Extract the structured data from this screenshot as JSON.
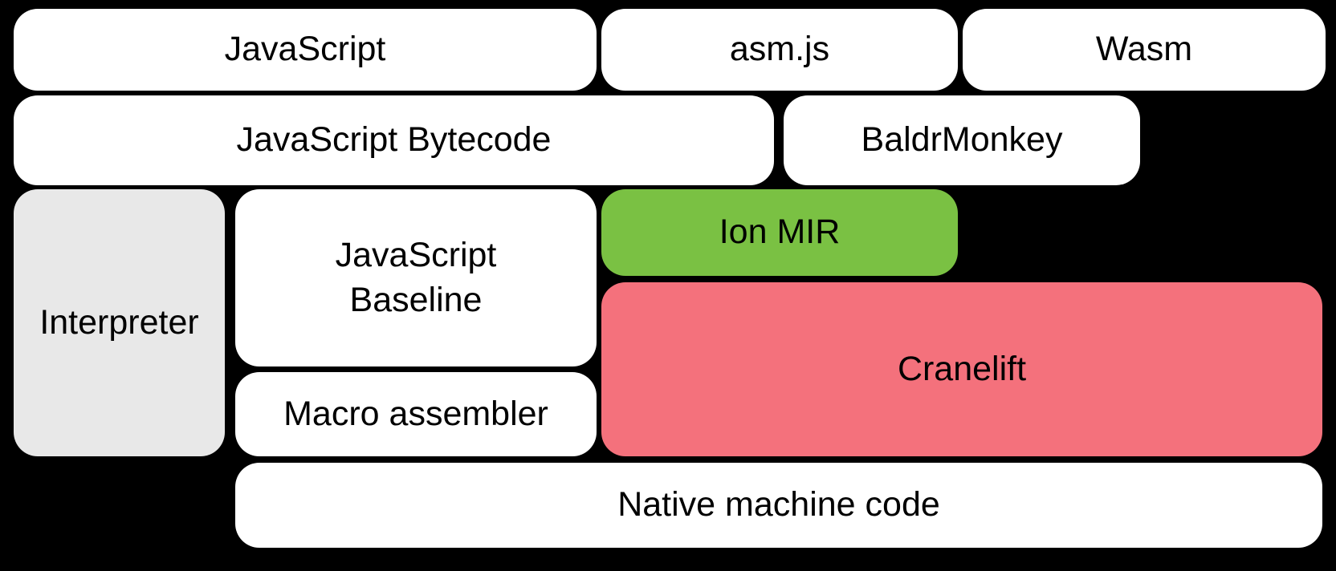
{
  "diagram": {
    "background": "#000000",
    "text_color": "#000000",
    "colors": {
      "default_box": "#FFFFFF",
      "interpreter_gray": "#E8E8E8",
      "ion_green": "#7AC143",
      "cranelift_pink": "#F4717C"
    },
    "nodes": [
      {
        "id": "javascript",
        "label": "JavaScript",
        "color": "#FFFFFF"
      },
      {
        "id": "asm-js",
        "label": "asm.js",
        "color": "#FFFFFF"
      },
      {
        "id": "wasm",
        "label": "Wasm",
        "color": "#FFFFFF"
      },
      {
        "id": "javascript-bytecode",
        "label": "JavaScript Bytecode",
        "color": "#FFFFFF"
      },
      {
        "id": "baldrmonkey",
        "label": "BaldrMonkey",
        "color": "#FFFFFF"
      },
      {
        "id": "interpreter",
        "label": "Interpreter",
        "color": "#E8E8E8"
      },
      {
        "id": "javascript-baseline",
        "label": "JavaScript\nBaseline",
        "color": "#FFFFFF"
      },
      {
        "id": "ion-mir",
        "label": "Ion MIR",
        "color": "#7AC143"
      },
      {
        "id": "cranelift",
        "label": "Cranelift",
        "color": "#F4717C"
      },
      {
        "id": "macro-assembler",
        "label": "Macro assembler",
        "color": "#FFFFFF"
      },
      {
        "id": "native-machine-code",
        "label": "Native machine code",
        "color": "#FFFFFF"
      }
    ]
  }
}
